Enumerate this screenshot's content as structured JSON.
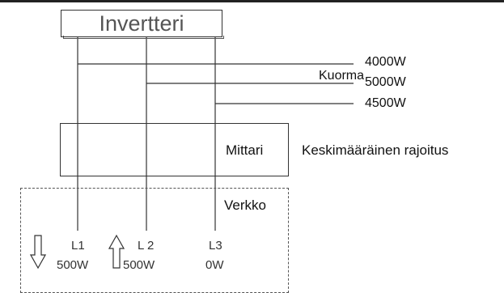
{
  "inverter": {
    "label": "Invertteri"
  },
  "load": {
    "label": "Kuorma",
    "values": [
      "4000W",
      "5000W",
      "4500W"
    ]
  },
  "meter": {
    "label": "Mittari",
    "mode": "Keskimääräinen rajoitus"
  },
  "grid": {
    "label": "Verkko"
  },
  "phases": [
    {
      "name": "L1",
      "power": "500W",
      "arrow": "down-arrow-icon"
    },
    {
      "name": "L 2",
      "power": "500W",
      "arrow": "up-arrow-icon"
    },
    {
      "name": "L3",
      "power": "0W"
    }
  ],
  "colors": {
    "line": "#333333",
    "inverter_text": "#555555"
  }
}
